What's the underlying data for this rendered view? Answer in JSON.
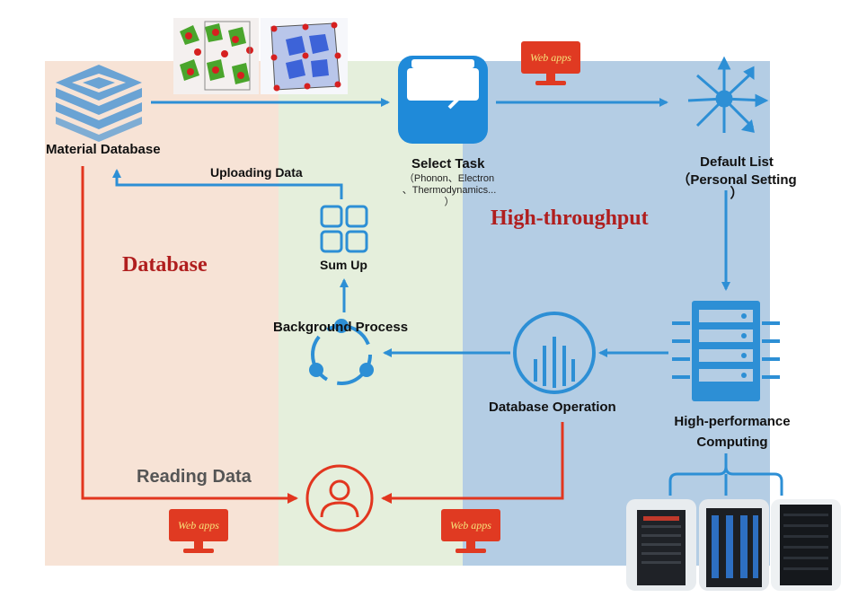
{
  "zones": {
    "database": "Database",
    "high_throughput": "High-throughput"
  },
  "nodes": {
    "material_database": "Material Database",
    "select_task": "Select Task",
    "select_task_detail_1": "（Phonon、Electron",
    "select_task_detail_2": "、Thermodynamics...",
    "select_task_detail_3": "）",
    "default_list_1": "Default List",
    "default_list_2": "（Personal Setting",
    "default_list_3": "）",
    "sum_up": "Sum Up",
    "background_process": "Background Process",
    "database_operation": "Database Operation",
    "hpc_1": "High-performance",
    "hpc_2": "Computing"
  },
  "edges": {
    "uploading_data": "Uploading Data",
    "reading_data": "Reading Data"
  },
  "web_apps": {
    "label": "Web apps"
  },
  "colors": {
    "blue": "#2d8fd5",
    "red": "#e2361f",
    "db_zone": "#f7e3d6",
    "mid_zone": "#e5efdc",
    "ht_zone": "#b4cde4",
    "title_red": "#b01e1e"
  },
  "icons": [
    "database-stack-icon",
    "clipboard-task-icon",
    "network-star-icon",
    "grid-blocks-icon",
    "cycle-process-icon",
    "pulse-circle-icon",
    "server-rack-icon",
    "user-circle-icon",
    "monitor-icon",
    "crystal-structure-image",
    "supercomputer-photo"
  ]
}
